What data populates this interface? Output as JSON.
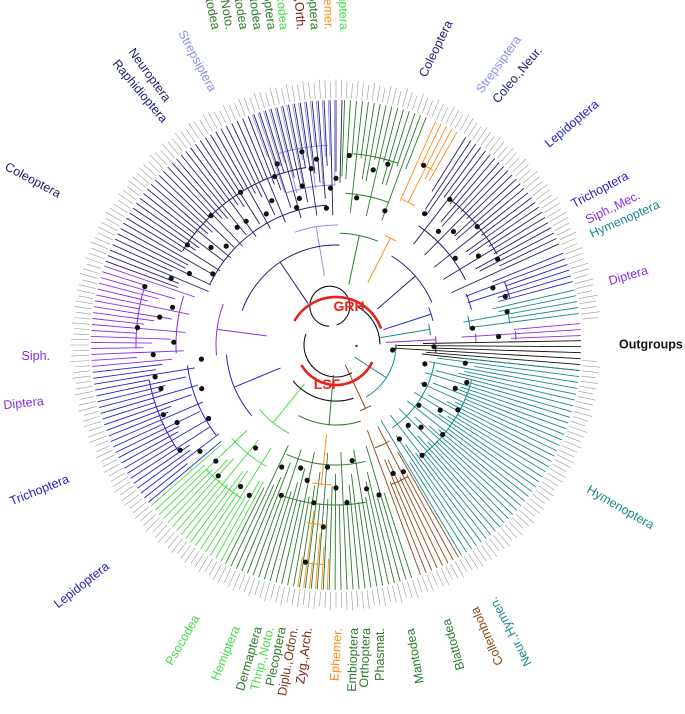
{
  "figure": {
    "center_labels": [
      {
        "key": "grh",
        "text": "GRH",
        "color": "#e8211d"
      },
      {
        "key": "lsf",
        "text": "LSF",
        "color": "#e8211d"
      }
    ],
    "outgroup_label": {
      "text": "Outgroups",
      "color": "#111111"
    },
    "clade_labels": [
      {
        "key": "strepsiptera-a",
        "text": "Strepsiptera",
        "color": "#8a8fe6"
      },
      {
        "key": "neuroptera-a",
        "text": "Neuroptera",
        "color": "#1c1c6e"
      },
      {
        "key": "raphidioptera-a",
        "text": "Raphidioptera",
        "color": "#1c1c6e"
      },
      {
        "key": "phasmatodea-a",
        "text": "Phasmatodea",
        "color": "#2b7a2b"
      },
      {
        "key": "embii-noto-a",
        "text": "Embii.,Noto.",
        "color": "#2b7a2b"
      },
      {
        "key": "mantodea-a",
        "text": "Mantodea",
        "color": "#2b7a2b"
      },
      {
        "key": "blattodea-a",
        "text": "Blattodea",
        "color": "#2b7a2b"
      },
      {
        "key": "plecoptera-a",
        "text": "Plecoptera",
        "color": "#2b7a2b"
      },
      {
        "key": "psocodea-a",
        "text": "Psocodea",
        "color": "#44dd44"
      },
      {
        "key": "zyg-orth-a",
        "text": "Zyg.,Orth.",
        "color": "#7a1a10"
      },
      {
        "key": "orthoptera-a",
        "text": "Orthoptera",
        "color": "#2b7a2b"
      },
      {
        "key": "ephemer-a",
        "text": "Ephemer.",
        "color": "#ff8c1a"
      },
      {
        "key": "hemiptera-a",
        "text": "Hemiptera",
        "color": "#44dd44"
      },
      {
        "key": "coleoptera-a",
        "text": "Coleoptera",
        "color": "#2a1a6e"
      },
      {
        "key": "strepsiptera-b",
        "text": "Strepsiptera",
        "color": "#8a8fe6"
      },
      {
        "key": "coleo-neur-b",
        "text": "Coleo.,Neur.",
        "color": "#1c1c6e"
      },
      {
        "key": "lepidoptera-b",
        "text": "Lepidoptera",
        "color": "#2323c8"
      },
      {
        "key": "trichoptera-b",
        "text": "Trichoptera",
        "color": "#2323c8"
      },
      {
        "key": "siph-mec-b",
        "text": "Siph.,Mec.",
        "color": "#8a2be2"
      },
      {
        "key": "hymenoptera-b",
        "text": "Hymenoptera",
        "color": "#1a8a8a"
      },
      {
        "key": "diptera-b",
        "text": "Diptera",
        "color": "#8a2be2"
      },
      {
        "key": "coleoptera-c",
        "text": "Coleoptera",
        "color": "#2a1a6e"
      },
      {
        "key": "siph-c",
        "text": "Siph.",
        "color": "#8a2be2"
      },
      {
        "key": "diptera-c",
        "text": "Diptera",
        "color": "#8a2be2"
      },
      {
        "key": "trichoptera-c",
        "text": "Trichoptera",
        "color": "#2323c8"
      },
      {
        "key": "lepidoptera-c",
        "text": "Lepidoptera",
        "color": "#2323c8"
      },
      {
        "key": "psocodea-c",
        "text": "Psocodea",
        "color": "#44dd44"
      },
      {
        "key": "hemiptera-c",
        "text": "Hemiptera",
        "color": "#44dd44"
      },
      {
        "key": "dermaptera-c",
        "text": "Dermaptera",
        "color": "#2b7a2b"
      },
      {
        "key": "thrip-noto-c",
        "text": "Thrip.,Noto.",
        "color": "#44dd44"
      },
      {
        "key": "plecoptera-c",
        "text": "Plecoptera",
        "color": "#2b7a2b"
      },
      {
        "key": "diplu-odon-c",
        "text": "Diplu.,Odon.",
        "color": "#7a3a1a"
      },
      {
        "key": "zyg-arch-c",
        "text": "Zyg.,Arch.",
        "color": "#7a1a10"
      },
      {
        "key": "ephemer-c",
        "text": "Ephemer.",
        "color": "#ff8c1a"
      },
      {
        "key": "embioptera-c",
        "text": "Embioptera",
        "color": "#2b7a2b"
      },
      {
        "key": "orthoptera-c",
        "text": "Orthoptera",
        "color": "#2b7a2b"
      },
      {
        "key": "phasmat-c",
        "text": "Phasmat.",
        "color": "#2b7a2b"
      },
      {
        "key": "mantodea-c",
        "text": "Mantodea",
        "color": "#2b7a2b"
      },
      {
        "key": "blattodea-c",
        "text": "Blattodea",
        "color": "#2b7a2b"
      },
      {
        "key": "collembola-c",
        "text": "Collembola",
        "color": "#8a4a1a"
      },
      {
        "key": "neur-hymen-c",
        "text": "Neur.,Hymen.",
        "color": "#1a8a8a"
      },
      {
        "key": "hymenoptera-d",
        "text": "Hymenoptera",
        "color": "#1a8a8a"
      }
    ],
    "branch_colors": {
      "outgroup": "#111111",
      "coleoptera": "#2a1a6e",
      "lepidoptera": "#2323c8",
      "diptera": "#8a2be2",
      "hymenoptera": "#1a8a8a",
      "psocodea": "#44dd44",
      "polyneoptera": "#2b7a2b",
      "ephemeroptera": "#ff8c1a",
      "collembola": "#8a4a1a",
      "strepsiptera": "#8a8fe6",
      "tip_labels": "#9a9a9a",
      "node": "#111111",
      "highlight": "#e8211d"
    }
  }
}
